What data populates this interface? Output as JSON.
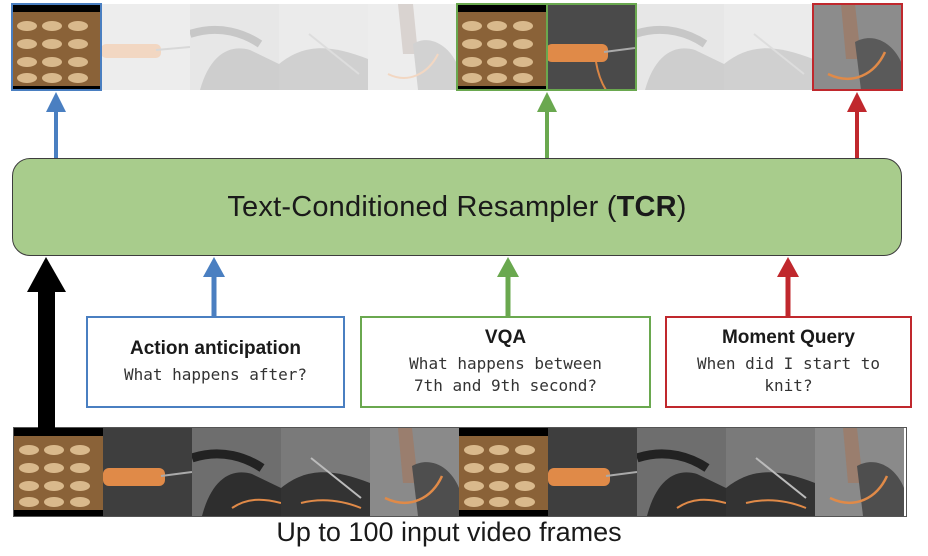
{
  "diagram": {
    "tcr": {
      "title_main": "Text-Conditioned Resampler (",
      "title_bold": "TCR",
      "title_end": ")"
    },
    "queries": [
      {
        "id": "action",
        "title": "Action anticipation",
        "lines": [
          "What happens after?"
        ],
        "color": "#4a7fc1"
      },
      {
        "id": "vqa",
        "title": "VQA",
        "lines": [
          "What happens between",
          "7th and 9th second?"
        ],
        "color": "#6aa84f"
      },
      {
        "id": "moment",
        "title": "Moment Query",
        "lines": [
          "When did I start to",
          "knit?"
        ],
        "color": "#c0282d"
      }
    ],
    "caption": "Up to 100 input video frames",
    "colors": {
      "blue": "#4a7fc1",
      "green": "#6aa84f",
      "red": "#c0282d",
      "black": "#000000",
      "tcr_fill": "#a8cc8c"
    },
    "frames": [
      "knit-texture",
      "knitting-yarn",
      "hand-needle",
      "hand-needle-close",
      "hands-yarn",
      "knit-texture",
      "knitting-yarn",
      "hand-needle",
      "hand-needle-close",
      "hands-yarn"
    ],
    "selected_frames": {
      "blue": [
        0
      ],
      "green": [
        5,
        6
      ],
      "red": [
        9
      ]
    }
  }
}
